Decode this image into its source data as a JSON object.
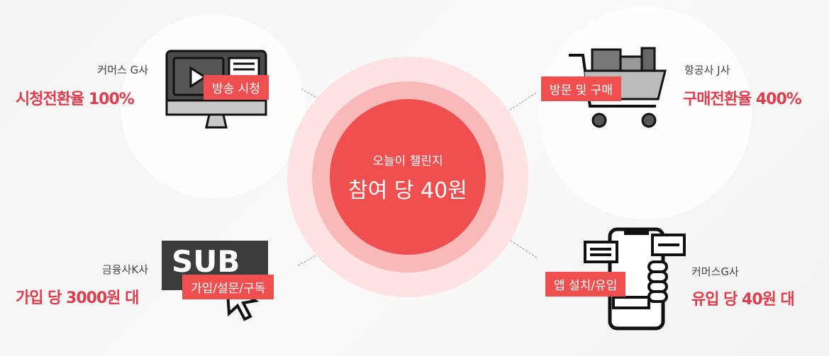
{
  "center": {
    "subtitle": "오늘이 챌린지",
    "title": "참여 당 40원"
  },
  "cards": [
    {
      "company": "커머스 G사",
      "metric": "시청전환율 100%",
      "tag": "방송 시청",
      "icon": "monitor-play-icon"
    },
    {
      "company": "항공사 J사",
      "metric": "구매전환율 400%",
      "tag": "방문 및 구매",
      "icon": "shopping-cart-icon"
    },
    {
      "company": "금융사K사",
      "metric": "가입 당 3000원 대",
      "tag": "가입/설문/구독",
      "icon": "subscribe-cursor-icon",
      "icon_text": "SUB"
    },
    {
      "company": "커머스G사",
      "metric": "유입 당 40원 대",
      "tag": "앱 설치/유입",
      "icon": "phone-hand-icon"
    }
  ],
  "colors": {
    "accent": "#f04f50",
    "metric": "#df3d4c"
  }
}
